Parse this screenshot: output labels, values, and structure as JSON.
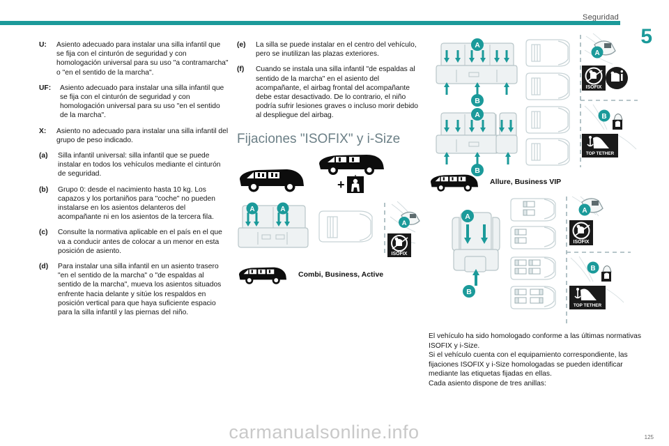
{
  "header": {
    "section_label": "Seguridad",
    "chapter_number": "5",
    "page_number": "125",
    "watermark": "carmanualsonline.info",
    "band_color": "#1b9a9a"
  },
  "colors": {
    "teal": "#1b9a9a",
    "heading_gray": "#6b7f86",
    "diagram_line": "#b9c6c9",
    "diagram_fill": "#eef2f3"
  },
  "column_left": {
    "definitions": [
      {
        "term": "U:",
        "text": "Asiento adecuado para instalar una silla infantil que se fija con el cinturón de seguridad y con homologación universal para su uso \"a contramarcha\" o \"en el sentido de la marcha\"."
      },
      {
        "term": "UF:",
        "text": "Asiento adecuado para instalar una silla infantil que se fija con el cinturón de seguridad y con homologación universal para su uso \"en el sentido de la marcha\"."
      },
      {
        "term": "X:",
        "text": "Asiento no adecuado para instalar una silla infantil del grupo de peso indicado."
      },
      {
        "term": "(a)",
        "text": "Silla infantil universal: silla infantil que se puede instalar en todos los vehículos mediante el cinturón de seguridad."
      },
      {
        "term": "(b)",
        "text": "Grupo 0: desde el nacimiento hasta 10 kg. Los capazos y los portaniños para \"coche\" no pueden instalarse en los asientos delanteros del acompañante ni en los asientos de la tercera fila."
      },
      {
        "term": "(c)",
        "text": "Consulte la normativa aplicable en el país en el que va a conducir antes de colocar a un menor en esta posición de asiento."
      },
      {
        "term": "(d)",
        "text": "Para instalar una silla infantil en un asiento trasero \"en el sentido de la marcha\" o \"de espaldas al sentido de la marcha\", mueva los asientos situados enfrente hacia delante y sitúe los respaldos en posición vertical para que haya suficiente espacio para la silla infantil y las piernas del niño."
      }
    ]
  },
  "column_middle": {
    "definitions": [
      {
        "term": "(e)",
        "text": "La silla se puede instalar en el centro del vehículo, pero se inutilizan las plazas exteriores."
      },
      {
        "term": "(f)",
        "text": "Cuando se instala una silla infantil \"de espaldas al sentido de la marcha\" en el asiento del acompañante, el airbag frontal del acompañante debe estar desactivado. De lo contrario, el niño podría sufrir lesiones graves o incluso morir debido al despliegue del airbag."
      }
    ],
    "section_heading": "Fijaciones \"ISOFIX\" y i-Size",
    "figure_caption": "Combi, Business, Active",
    "isofix_label": "ISOFIX",
    "marker_a": "A"
  },
  "column_right": {
    "figure_1_caption": "Allure, Business VIP",
    "isofix_label": "ISOFIX",
    "top_tether_label": "TOP TETHER",
    "marker_a": "A",
    "marker_b": "B",
    "paragraph": "El vehículo ha sido homologado conforme a las últimas normativas ISOFIX y i-Size.\nSi el vehículo cuenta con el equipamiento correspondiente, las fijaciones ISOFIX y i-Size homologadas se pueden identificar mediante las etiquetas fijadas en ellas.\nCada asiento dispone de tres anillas:"
  }
}
